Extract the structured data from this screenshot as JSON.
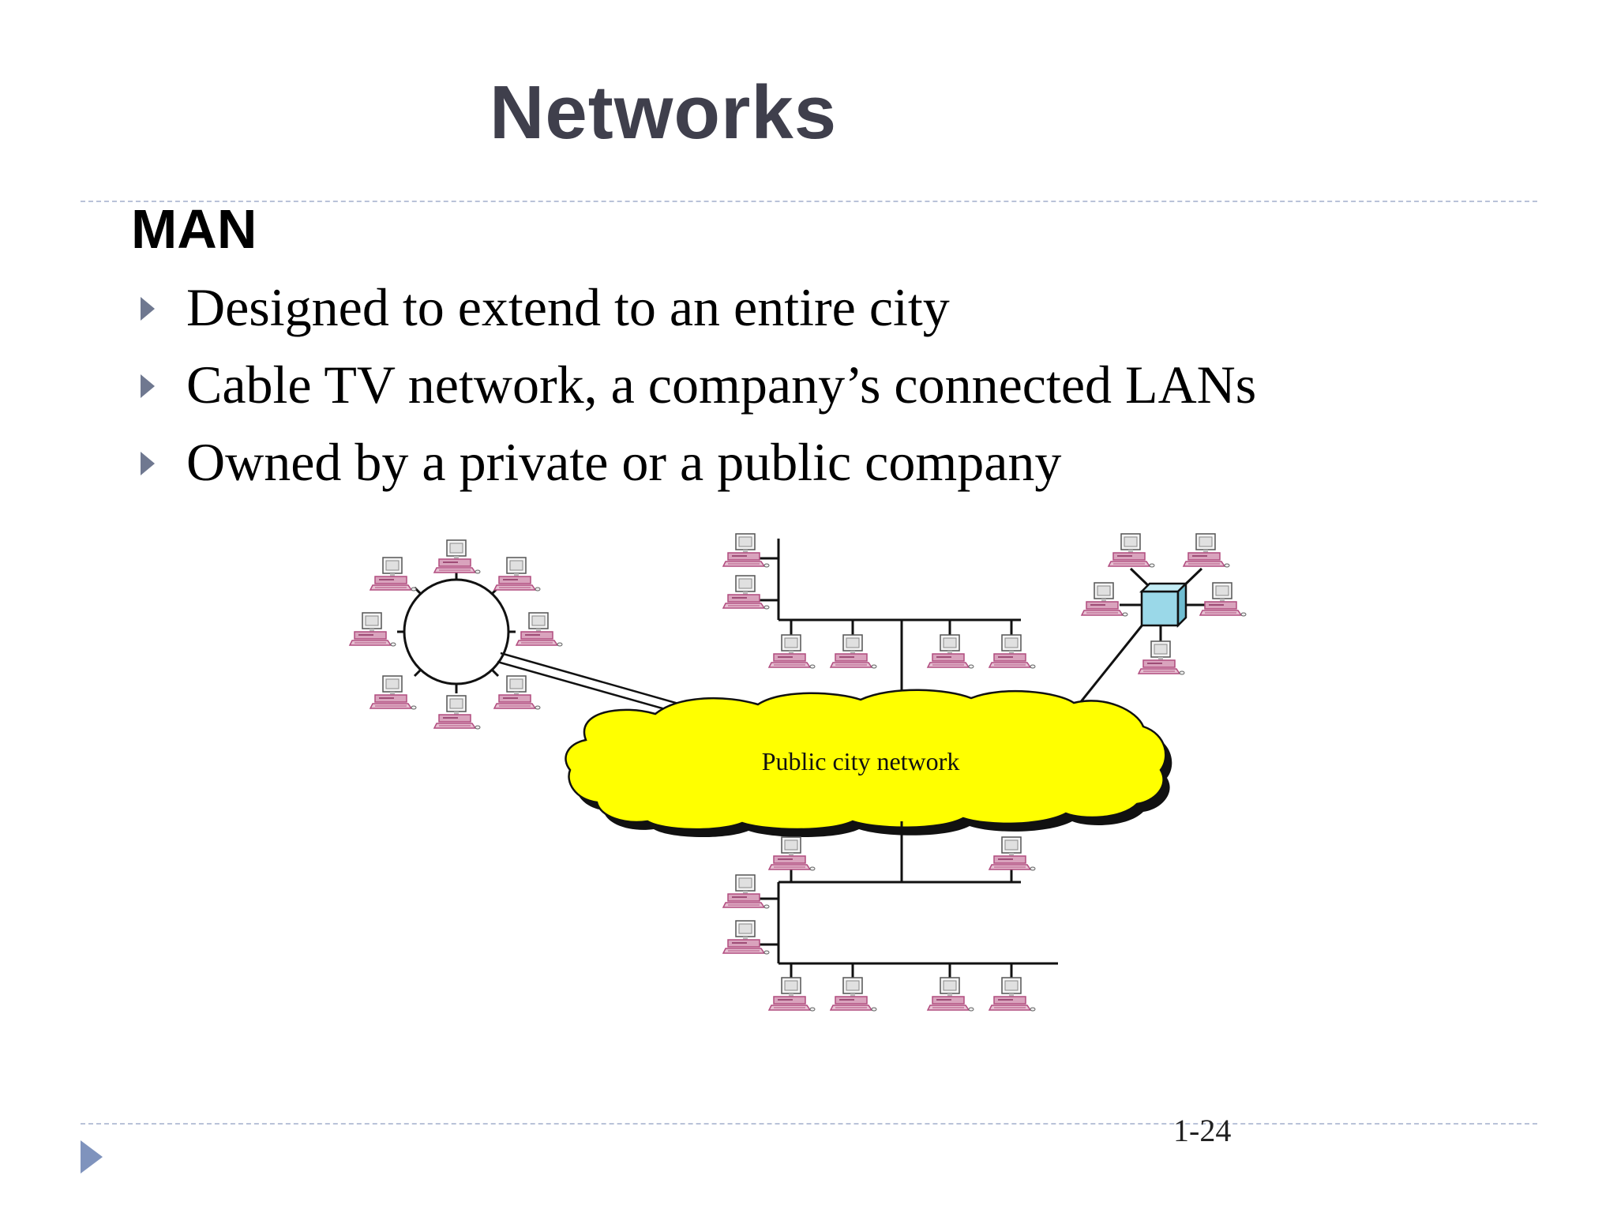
{
  "slide": {
    "title": "Networks",
    "heading": "MAN",
    "bullets": [
      "Designed to extend to an entire city",
      "Cable TV network, a company’s connected LANs",
      "Owned by a private or a public company"
    ],
    "page_number": "1-24"
  },
  "diagram": {
    "cloud_label": "Public city network",
    "colors": {
      "cloud_fill": "#ffff00",
      "switch_fill": "#9ad8e8",
      "computer_accent": "#c15a8a",
      "lines": "#111111"
    },
    "icons": {
      "computer": "computer-icon",
      "switch": "switch-icon",
      "ring": "ring-network-icon",
      "cloud": "cloud-icon"
    }
  }
}
